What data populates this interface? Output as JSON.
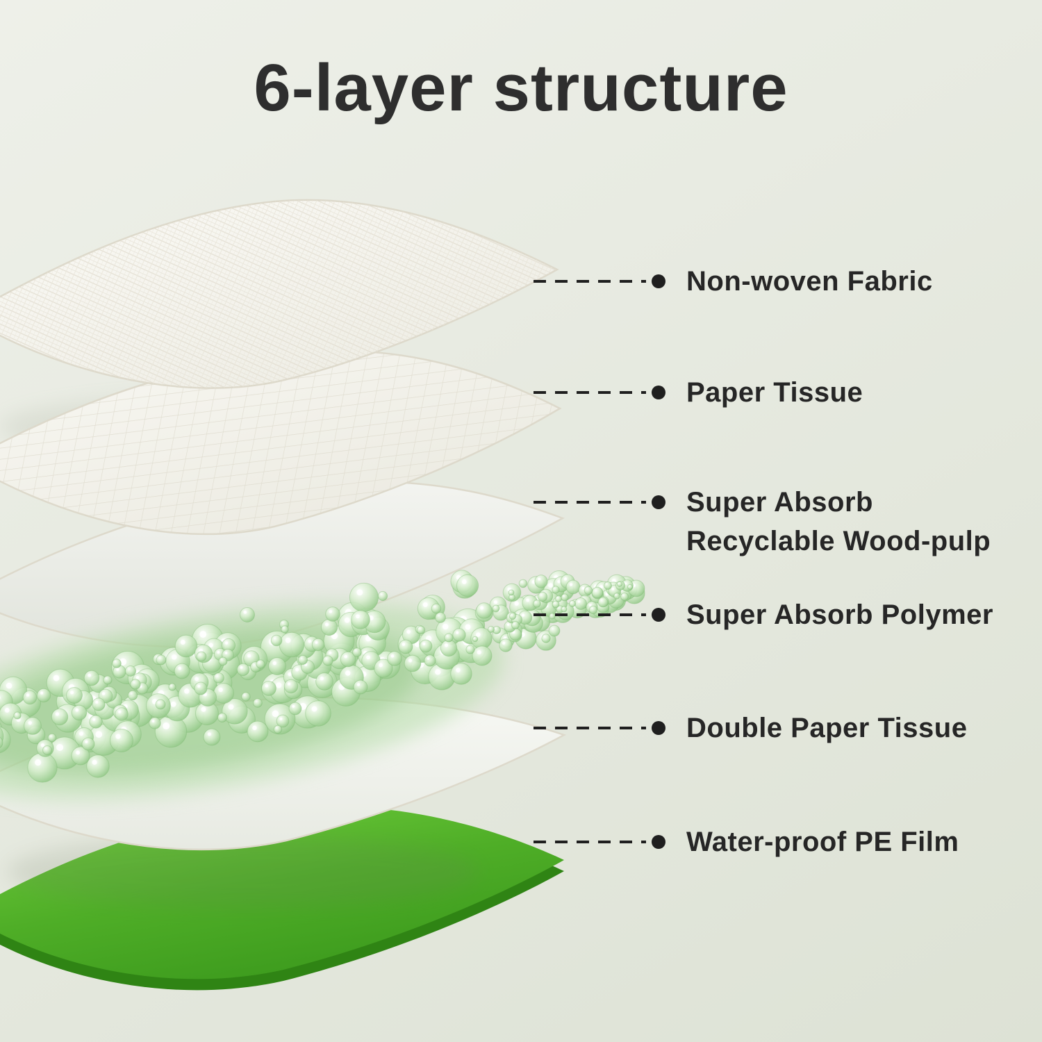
{
  "title": "6-layer structure",
  "layers": [
    {
      "label": "Non-woven Fabric"
    },
    {
      "label": "Paper Tissue"
    },
    {
      "label": "Super Absorb\nRecyclable Wood-pulp"
    },
    {
      "label": "Super Absorb Polymer"
    },
    {
      "label": "Double Paper Tissue"
    },
    {
      "label": "Water-proof PE Film"
    }
  ],
  "colors": {
    "background_top": "#eef0e9",
    "background_bottom": "#dde2d5",
    "title_text": "#2e2e2e",
    "label_text": "#262626",
    "leader": "#1f1f1f",
    "pe_film_green": "#4aa427",
    "pe_film_edge_green": "#2f8414",
    "polymer_bead_green": "#94c989",
    "sheet_white": "#f7f6f1"
  }
}
